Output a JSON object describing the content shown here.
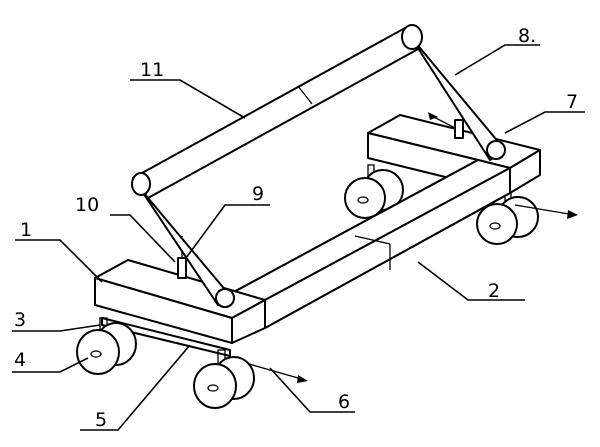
{
  "labels": {
    "l1": "1",
    "l2": "2",
    "l3": "3",
    "l4": "4",
    "l5": "5",
    "l6": "6",
    "l7": "7",
    "l8": "8.",
    "l9": "9",
    "l10": "10",
    "l11": "11"
  },
  "colors": {
    "ink": "#000000",
    "paper": "#ffffff"
  }
}
